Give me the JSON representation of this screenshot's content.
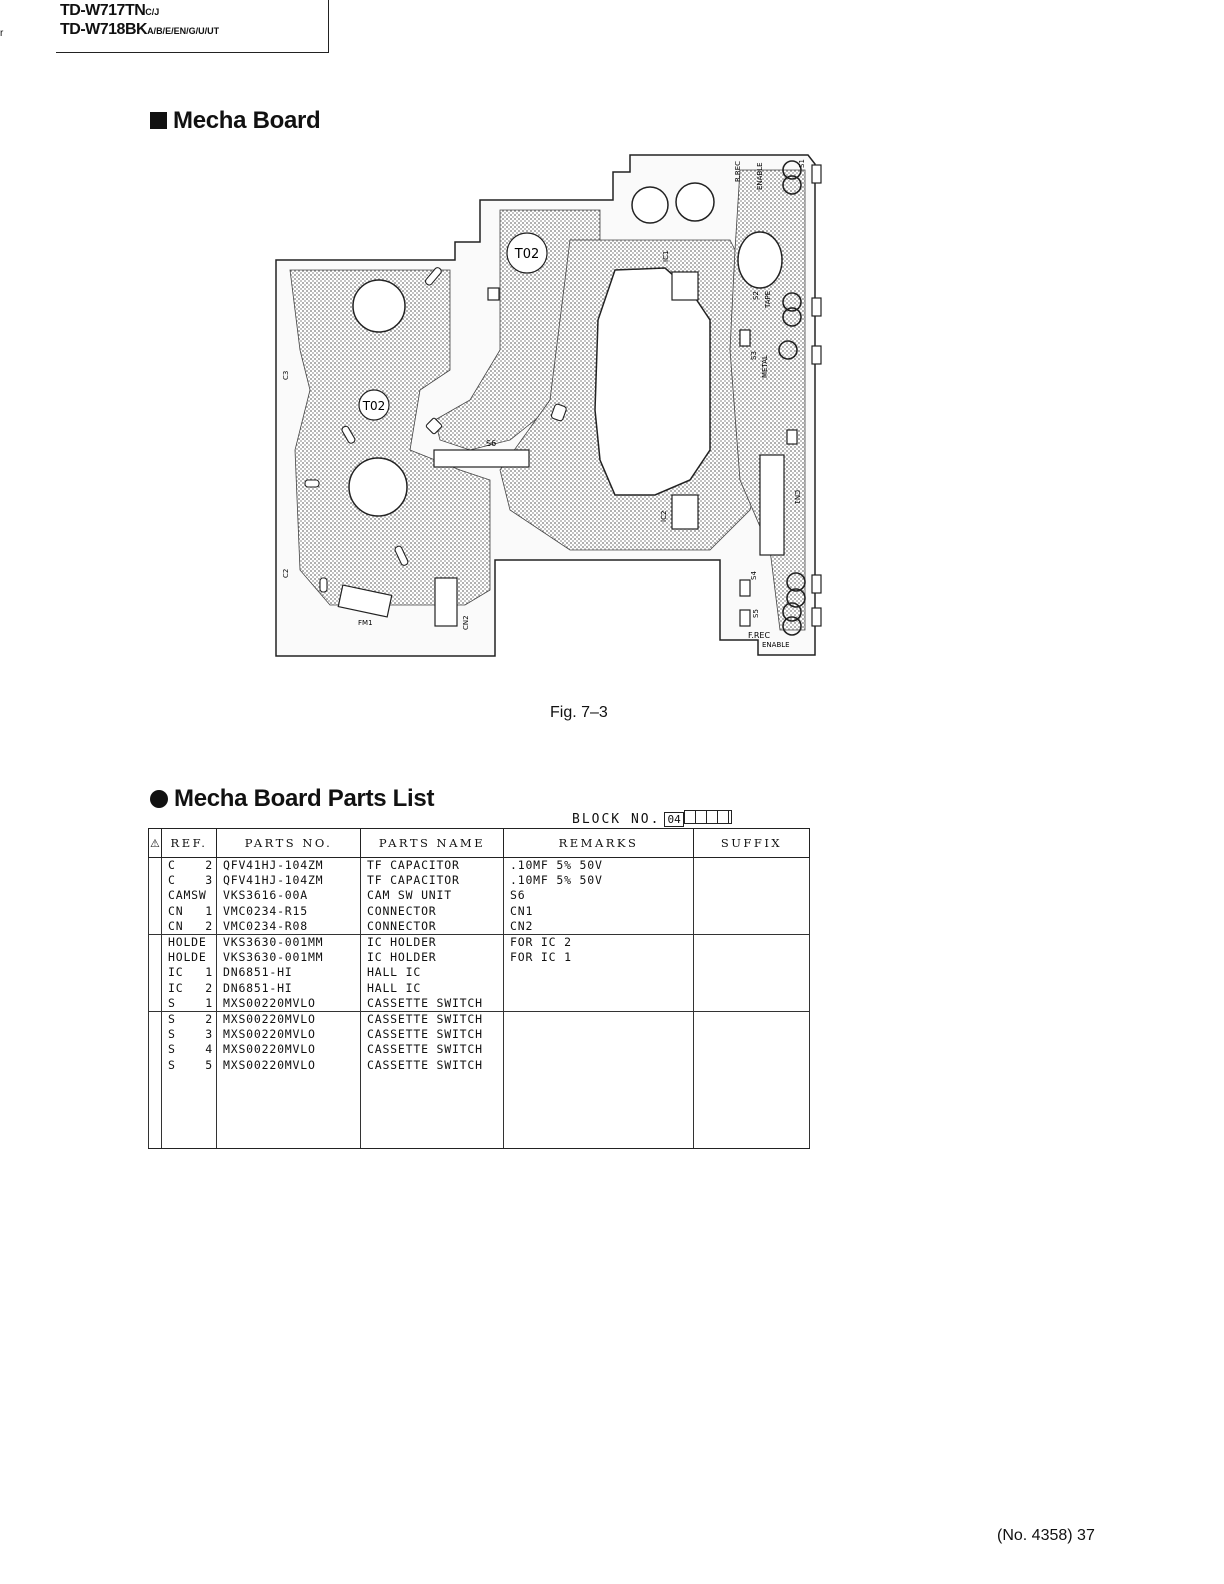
{
  "header": {
    "corner_mark": "r",
    "models": [
      {
        "main": "TD-W717TN",
        "suffix": "C/J"
      },
      {
        "main": "TD-W718BK",
        "suffix": "A/B/E/EN/G/U/UT"
      }
    ]
  },
  "board_section": {
    "title": "Mecha Board",
    "figure_caption": "Fig. 7–3",
    "pcb_labels": {
      "t02_a": "T02",
      "t02_b": "T02",
      "r_rec": "R.REC",
      "enable_top": "ENABLE",
      "tape": "TAPE",
      "metal": "METAL",
      "f_rec": "F.REC",
      "enable_bottom": "ENABLE",
      "s6": "S6",
      "cn1": "CN1",
      "cn2": "CN2",
      "fm1": "FM1",
      "ic1": "IC1",
      "ic2": "IC2",
      "s1": "S1",
      "s2": "S2",
      "s3": "S3",
      "s4": "S4",
      "s5": "S5",
      "c2": "C2",
      "c3": "C3"
    }
  },
  "parts_section": {
    "title": "Mecha Board Parts List",
    "block_label": "BLOCK NO.",
    "block_value": "04",
    "caution_symbol": "⚠",
    "columns": {
      "ref": "REF.",
      "parts_no": "PARTS NO.",
      "parts_name": "PARTS NAME",
      "remarks": "REMARKS",
      "suffix": "SUFFIX"
    },
    "rows": [
      {
        "ref": "C",
        "num": "2",
        "parts_no": "QFV41HJ-104ZM",
        "parts_name": "TF CAPACITOR",
        "remarks": ".10MF 5% 50V",
        "suffix": ""
      },
      {
        "ref": "C",
        "num": "3",
        "parts_no": "QFV41HJ-104ZM",
        "parts_name": "TF CAPACITOR",
        "remarks": ".10MF 5% 50V",
        "suffix": ""
      },
      {
        "ref": "CAMSW",
        "num": "",
        "parts_no": "VKS3616-00A",
        "parts_name": "CAM SW UNIT",
        "remarks": "S6",
        "suffix": ""
      },
      {
        "ref": "CN",
        "num": "1",
        "parts_no": "VMC0234-R15",
        "parts_name": "CONNECTOR",
        "remarks": "CN1",
        "suffix": ""
      },
      {
        "ref": "CN",
        "num": "2",
        "parts_no": "VMC0234-R08",
        "parts_name": "CONNECTOR",
        "remarks": "CN2",
        "suffix": ""
      },
      {
        "ref": "HOLDE",
        "num": "",
        "parts_no": "VKS3630-001MM",
        "parts_name": "IC HOLDER",
        "remarks": "FOR IC 2",
        "suffix": ""
      },
      {
        "ref": "HOLDE",
        "num": "",
        "parts_no": "VKS3630-001MM",
        "parts_name": "IC HOLDER",
        "remarks": "FOR IC 1",
        "suffix": ""
      },
      {
        "ref": "IC",
        "num": "1",
        "parts_no": "DN6851-HI",
        "parts_name": "HALL IC",
        "remarks": "",
        "suffix": ""
      },
      {
        "ref": "IC",
        "num": "2",
        "parts_no": "DN6851-HI",
        "parts_name": "HALL IC",
        "remarks": "",
        "suffix": ""
      },
      {
        "ref": "S",
        "num": "1",
        "parts_no": "MXS00220MVLO",
        "parts_name": "CASSETTE SWITCH",
        "remarks": "",
        "suffix": ""
      },
      {
        "ref": "S",
        "num": "2",
        "parts_no": "MXS00220MVLO",
        "parts_name": "CASSETTE SWITCH",
        "remarks": "",
        "suffix": ""
      },
      {
        "ref": "S",
        "num": "3",
        "parts_no": "MXS00220MVLO",
        "parts_name": "CASSETTE SWITCH",
        "remarks": "",
        "suffix": ""
      },
      {
        "ref": "S",
        "num": "4",
        "parts_no": "MXS00220MVLO",
        "parts_name": "CASSETTE SWITCH",
        "remarks": "",
        "suffix": ""
      },
      {
        "ref": "S",
        "num": "5",
        "parts_no": "MXS00220MVLO",
        "parts_name": "CASSETTE SWITCH",
        "remarks": "",
        "suffix": ""
      }
    ]
  },
  "footer": {
    "page_number": "(No. 4358) 37"
  }
}
